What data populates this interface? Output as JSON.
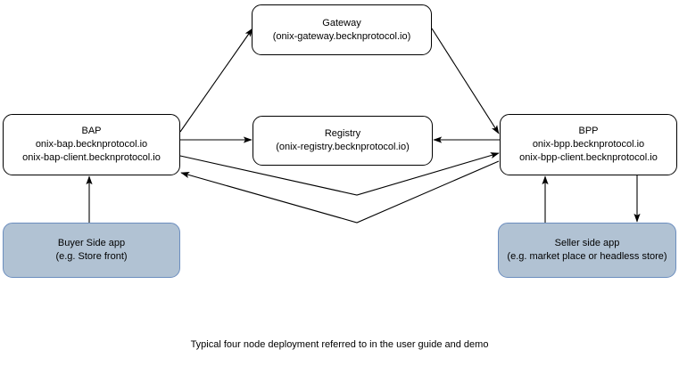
{
  "diagram": {
    "caption": "Typical four node deployment referred to in the user guide and demo",
    "colors": {
      "stroke": "#000000",
      "node_fill": "#ffffff",
      "shaded_fill": "#b1c2d3",
      "shaded_stroke": "#6c8ebf",
      "background": "#ffffff"
    },
    "nodes": {
      "gateway": {
        "title": "Gateway",
        "line2": "(onix-gateway.becknprotocol.io)"
      },
      "bap": {
        "title": "BAP",
        "line2": "onix-bap.becknprotocol.io",
        "line3": "onix-bap-client.becknprotocol.io"
      },
      "registry": {
        "title": "Registry",
        "line2": "(onix-registry.becknprotocol.io)"
      },
      "bpp": {
        "title": "BPP",
        "line2": "onix-bpp.becknprotocol.io",
        "line3": "onix-bpp-client.becknprotocol.io"
      },
      "buyer_app": {
        "title": "Buyer Side app",
        "line2": "(e.g. Store front)"
      },
      "seller_app": {
        "title": "Seller side app",
        "line2": "(e.g. market place or headless store)"
      }
    },
    "edges": [
      {
        "id": "bap-to-gateway",
        "from": "BAP",
        "to": "Gateway",
        "arrow": "end"
      },
      {
        "id": "gateway-to-bpp",
        "from": "Gateway",
        "to": "BPP",
        "arrow": "end"
      },
      {
        "id": "bap-to-registry",
        "from": "BAP",
        "to": "Registry",
        "arrow": "end"
      },
      {
        "id": "bpp-to-registry",
        "from": "BPP",
        "to": "Registry",
        "arrow": "end"
      },
      {
        "id": "bap-to-bpp",
        "from": "BAP",
        "to": "BPP",
        "arrow": "end"
      },
      {
        "id": "bpp-to-bap",
        "from": "BPP",
        "to": "BAP",
        "arrow": "end"
      },
      {
        "id": "buyer-to-bap",
        "from": "Buyer Side app",
        "to": "BAP",
        "arrow": "end"
      },
      {
        "id": "seller-to-bpp",
        "from": "Seller side app",
        "to": "BPP",
        "arrow": "end"
      },
      {
        "id": "bpp-to-seller",
        "from": "BPP",
        "to": "Seller side app",
        "arrow": "end"
      }
    ]
  }
}
